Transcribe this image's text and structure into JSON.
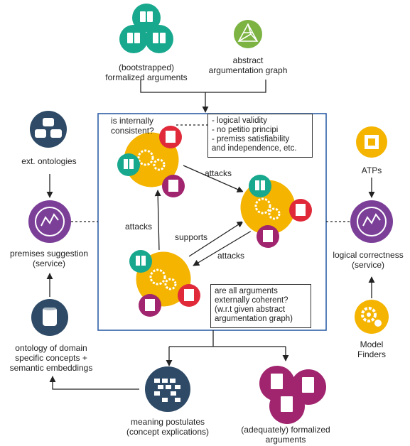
{
  "nodes": {
    "bootstrapped_args": {
      "label": [
        "(bootstrapped)",
        "formalized arguments"
      ]
    },
    "abstract_graph": {
      "label": [
        "abstract",
        "argumentation graph"
      ]
    },
    "ext_ontologies": {
      "label": [
        "ext. ontologies"
      ]
    },
    "premises_suggestion": {
      "label": [
        "premises suggestion",
        "(service)"
      ]
    },
    "domain_ontology": {
      "label": [
        "ontology of domain",
        "specific concepts +",
        "semantic embeddings"
      ]
    },
    "atps": {
      "label": [
        "ATPs"
      ]
    },
    "logical_correctness": {
      "label": [
        "logical correctness",
        "(service)"
      ]
    },
    "model_finders": {
      "label": [
        "Model",
        "Finders"
      ]
    },
    "meaning_postulates": {
      "label": [
        "meaning postulates",
        "(concept explications)"
      ]
    },
    "adequate_args": {
      "label": [
        "(adequately) formalized",
        "arguments"
      ]
    }
  },
  "center": {
    "internal_question": [
      "is internally",
      "consistent?"
    ],
    "criteria_note": [
      "- logical validity",
      "- no petitio principi",
      "- premiss satisfiability",
      "and independence, etc."
    ],
    "external_question": [
      "are all arguments",
      "externally coherent?",
      "(w.r.t given abstract",
      "argumentation graph)"
    ],
    "edges": {
      "attacks_top": "attacks",
      "attacks_left": "attacks",
      "supports": "supports",
      "attacks_bottom": "attacks"
    }
  },
  "colors": {
    "navy": "#2e4a66",
    "green": "#7cb342",
    "teal": "#17a88e",
    "purple": "#7b3f98",
    "yellow": "#f4b400",
    "red": "#e02a3a",
    "magenta": "#a0246e",
    "frame": "#2f5fa6"
  }
}
